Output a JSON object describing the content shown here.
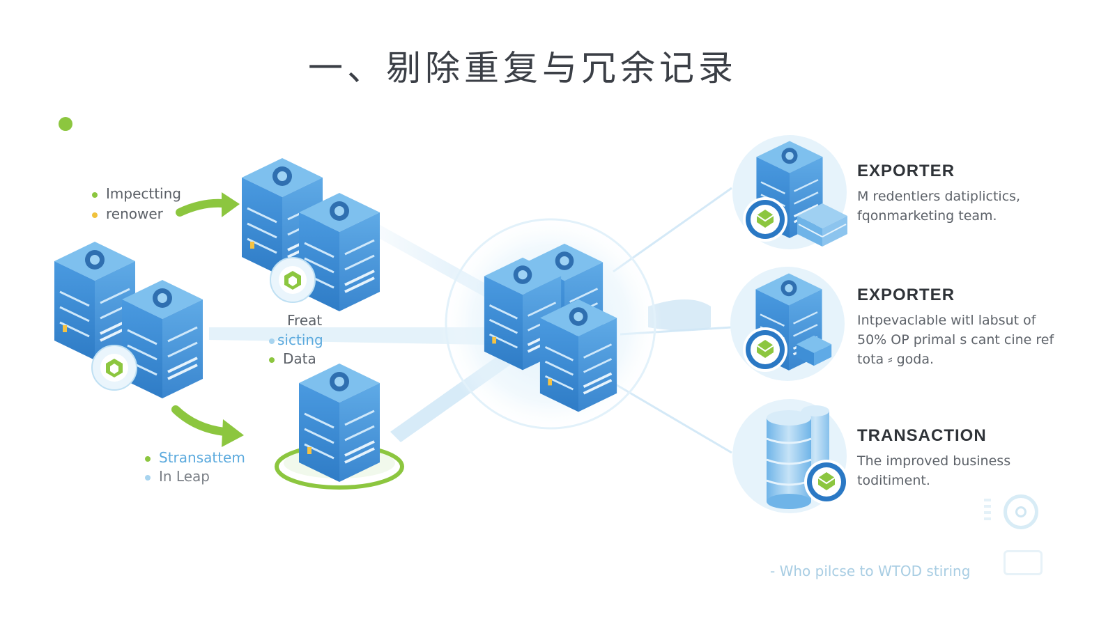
{
  "title": "一、剔除重复与冗余记录",
  "left_labels": {
    "top": [
      "Impectting",
      "renower"
    ],
    "middle_heading": "Freat",
    "middle": [
      "sicting",
      "Data"
    ],
    "bottom": [
      "Stransattem",
      "In Leap"
    ]
  },
  "right_items": [
    {
      "heading": "EXPORTER",
      "description": "M redentlers datiplictics, fqonmarketing team."
    },
    {
      "heading": "EXPORTER",
      "description": "Intpevaclable witl labsut of 50% OP primal s cant cine ref tota ⸗ goda."
    },
    {
      "heading": "TRANSACTION",
      "description": "The improved business toditiment."
    }
  ],
  "footer": "- Who pilcse to WTOD stiring",
  "colors": {
    "accent": "#8cc63f",
    "server_blue": "#3f8fd6",
    "server_light": "#7ec0ee",
    "badge_ring": "#2a78c4"
  }
}
